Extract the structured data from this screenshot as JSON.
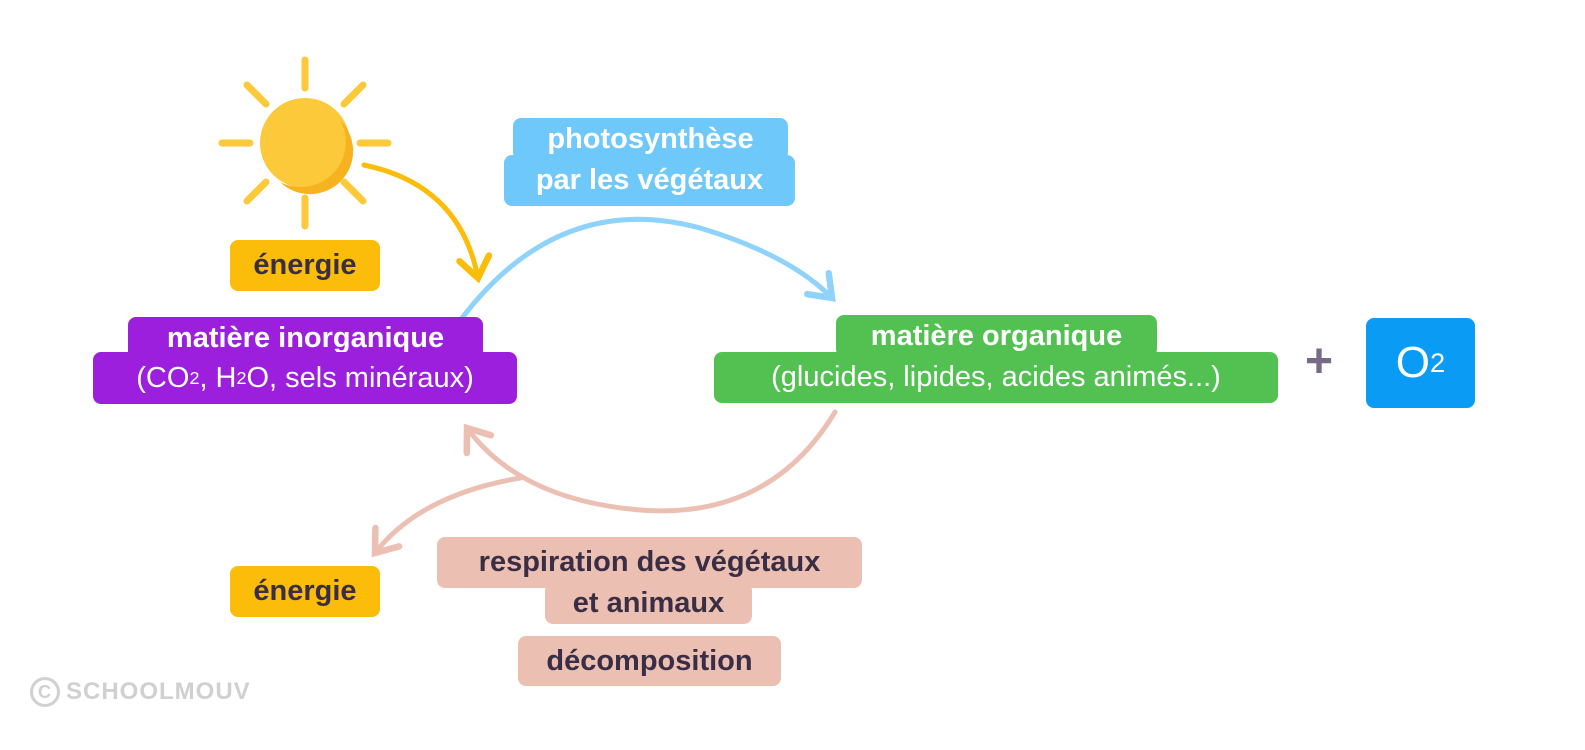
{
  "colors": {
    "energy": "#fbbd0a",
    "inorganic": "#9b1fdc",
    "photosynthesis": "#6fc8fa",
    "organic": "#52c152",
    "respiration": "#ecbfb3",
    "oxygen": "#0a9cf5"
  },
  "icons": [
    "sun-icon"
  ],
  "energy_top": "énergie",
  "energy_bottom": "énergie",
  "inorganic": {
    "line1": "matière inorganique",
    "open": "(CO",
    "sub1": "2",
    "mid": ", H",
    "sub2": "2",
    "rest": "O, sels minéraux)"
  },
  "photosynthesis": {
    "line1": "photosynthèse",
    "line2": "par les végétaux"
  },
  "organic": {
    "line1": "matière organique",
    "line2": "(glucides, lipides, acides animés...)"
  },
  "plus": "+",
  "oxygen": {
    "symbol": "O",
    "sub": "2"
  },
  "respiration": {
    "line1": "respiration des végétaux",
    "line2": "et animaux"
  },
  "decomposition": "décomposition",
  "logo": {
    "symbol": "C",
    "text": "SCHOOLMOUV"
  }
}
